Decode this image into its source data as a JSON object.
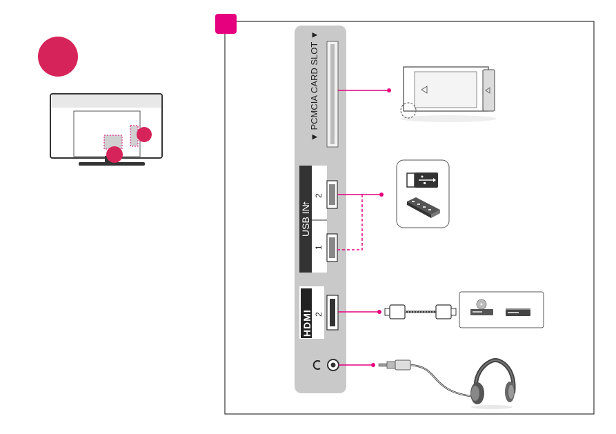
{
  "panel": {
    "pcmcia_label": "▼ PCMCIA CARD SLOT ▼",
    "usb_label": "USB IN",
    "usb_port_2": "2",
    "usb_port_1": "1",
    "hdmi_logo": "HDMI",
    "hdmi_port": "2",
    "headphone_symbol": "⋒"
  },
  "colors": {
    "accent": "#e6007e",
    "badge": "#d6245a",
    "panel": "#c9c9c9",
    "dark_label": "#222222"
  },
  "icons": {
    "step_badge": "step-circle-icon",
    "tv_back": "tv-back-view-icon",
    "ci_module": "ci-module-icon",
    "usb_stick": "usb-stick-icon",
    "usb_hub": "usb-hub-icon",
    "hdmi_cable": "hdmi-cable-icon",
    "bluray_player": "bluray-player-icon",
    "set_top_box": "set-top-box-icon",
    "headphones": "headphones-icon",
    "audio_plug": "audio-plug-icon"
  }
}
